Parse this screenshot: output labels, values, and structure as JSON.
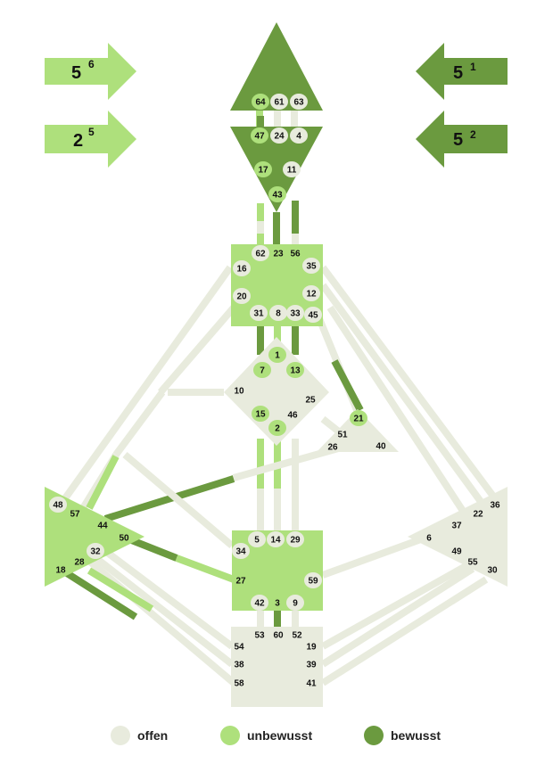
{
  "colors": {
    "offen": "#e8ebdd",
    "unbewusst": "#aee07c",
    "bewusst": "#6b9a3f",
    "text": "#111111"
  },
  "arrows": {
    "top_left": {
      "main": "5",
      "sup": "6",
      "color": "unbewusst"
    },
    "bottom_left": {
      "main": "2",
      "sup": "5",
      "color": "unbewusst"
    },
    "top_right": {
      "main": "5",
      "sup": "1",
      "color": "bewusst"
    },
    "bottom_right": {
      "main": "5",
      "sup": "2",
      "color": "bewusst"
    }
  },
  "centers": {
    "head": "bewusst",
    "ajna": "bewusst",
    "throat": "unbewusst",
    "g": "offen",
    "heart": "offen",
    "spleen": "unbewusst",
    "sacral": "unbewusst",
    "solar_plexus": "offen",
    "root": "offen"
  },
  "gates": [
    {
      "n": "64",
      "state": "unbewusst"
    },
    {
      "n": "61",
      "state": "offen"
    },
    {
      "n": "63",
      "state": "offen"
    },
    {
      "n": "47",
      "state": "unbewusst"
    },
    {
      "n": "24",
      "state": "offen"
    },
    {
      "n": "4",
      "state": "offen"
    },
    {
      "n": "17",
      "state": "unbewusst"
    },
    {
      "n": "11",
      "state": "offen"
    },
    {
      "n": "43",
      "state": "unbewusst"
    },
    {
      "n": "62",
      "state": "offen"
    },
    {
      "n": "23",
      "state": "none"
    },
    {
      "n": "56",
      "state": "none"
    },
    {
      "n": "16",
      "state": "offen"
    },
    {
      "n": "35",
      "state": "offen"
    },
    {
      "n": "20",
      "state": "offen"
    },
    {
      "n": "12",
      "state": "offen"
    },
    {
      "n": "31",
      "state": "offen"
    },
    {
      "n": "8",
      "state": "offen"
    },
    {
      "n": "33",
      "state": "offen"
    },
    {
      "n": "45",
      "state": "offen"
    },
    {
      "n": "1",
      "state": "unbewusst"
    },
    {
      "n": "7",
      "state": "unbewusst"
    },
    {
      "n": "13",
      "state": "unbewusst"
    },
    {
      "n": "10",
      "state": "none"
    },
    {
      "n": "25",
      "state": "none"
    },
    {
      "n": "15",
      "state": "unbewusst"
    },
    {
      "n": "46",
      "state": "none"
    },
    {
      "n": "2",
      "state": "unbewusst"
    },
    {
      "n": "21",
      "state": "unbewusst"
    },
    {
      "n": "51",
      "state": "none"
    },
    {
      "n": "26",
      "state": "none"
    },
    {
      "n": "40",
      "state": "none"
    },
    {
      "n": "48",
      "state": "offen"
    },
    {
      "n": "57",
      "state": "none"
    },
    {
      "n": "44",
      "state": "none"
    },
    {
      "n": "50",
      "state": "none"
    },
    {
      "n": "32",
      "state": "offen"
    },
    {
      "n": "28",
      "state": "none"
    },
    {
      "n": "18",
      "state": "none"
    },
    {
      "n": "5",
      "state": "offen"
    },
    {
      "n": "14",
      "state": "offen"
    },
    {
      "n": "29",
      "state": "offen"
    },
    {
      "n": "34",
      "state": "offen"
    },
    {
      "n": "27",
      "state": "none"
    },
    {
      "n": "59",
      "state": "offen"
    },
    {
      "n": "42",
      "state": "offen"
    },
    {
      "n": "3",
      "state": "none"
    },
    {
      "n": "9",
      "state": "offen"
    },
    {
      "n": "36",
      "state": "none"
    },
    {
      "n": "22",
      "state": "none"
    },
    {
      "n": "37",
      "state": "none"
    },
    {
      "n": "6",
      "state": "none"
    },
    {
      "n": "49",
      "state": "none"
    },
    {
      "n": "55",
      "state": "none"
    },
    {
      "n": "30",
      "state": "none"
    },
    {
      "n": "53",
      "state": "none"
    },
    {
      "n": "60",
      "state": "none"
    },
    {
      "n": "52",
      "state": "none"
    },
    {
      "n": "54",
      "state": "none"
    },
    {
      "n": "19",
      "state": "none"
    },
    {
      "n": "38",
      "state": "none"
    },
    {
      "n": "39",
      "state": "none"
    },
    {
      "n": "58",
      "state": "none"
    },
    {
      "n": "41",
      "state": "none"
    }
  ],
  "legend": {
    "offen": "offen",
    "unbewusst": "unbewusst",
    "bewusst": "bewusst"
  }
}
